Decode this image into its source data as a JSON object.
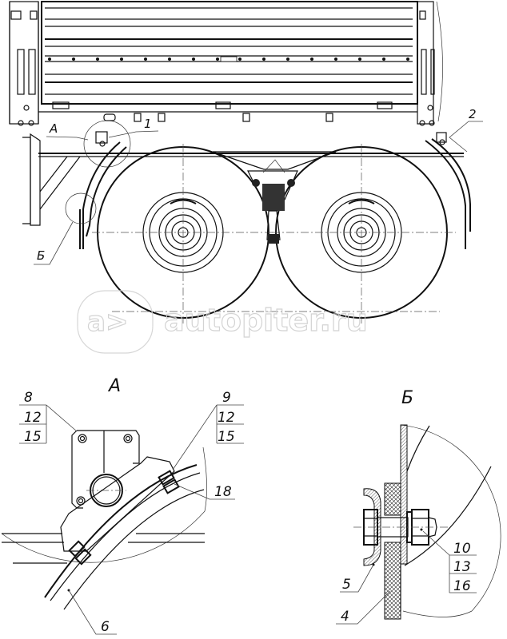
{
  "drawing": {
    "subject": "Trailer tandem axle with mudguards (side view) and detail views",
    "main_view_callouts": [
      {
        "id": "callout-1",
        "text": "1"
      },
      {
        "id": "callout-2",
        "text": "2"
      },
      {
        "id": "detail-mark-a",
        "text": "А"
      },
      {
        "id": "detail-mark-b",
        "text": "Б"
      }
    ],
    "detail_a": {
      "title": "А",
      "stack_left": [
        "8",
        "12",
        "15"
      ],
      "stack_right": [
        "9",
        "12",
        "15"
      ],
      "single_labels": [
        "18",
        "6"
      ]
    },
    "detail_b": {
      "title": "Б",
      "stack": [
        "10",
        "13",
        "16"
      ],
      "single_labels": [
        "5",
        "4"
      ]
    },
    "watermark": {
      "logo": "a>",
      "text": "autopiter.ru"
    }
  }
}
